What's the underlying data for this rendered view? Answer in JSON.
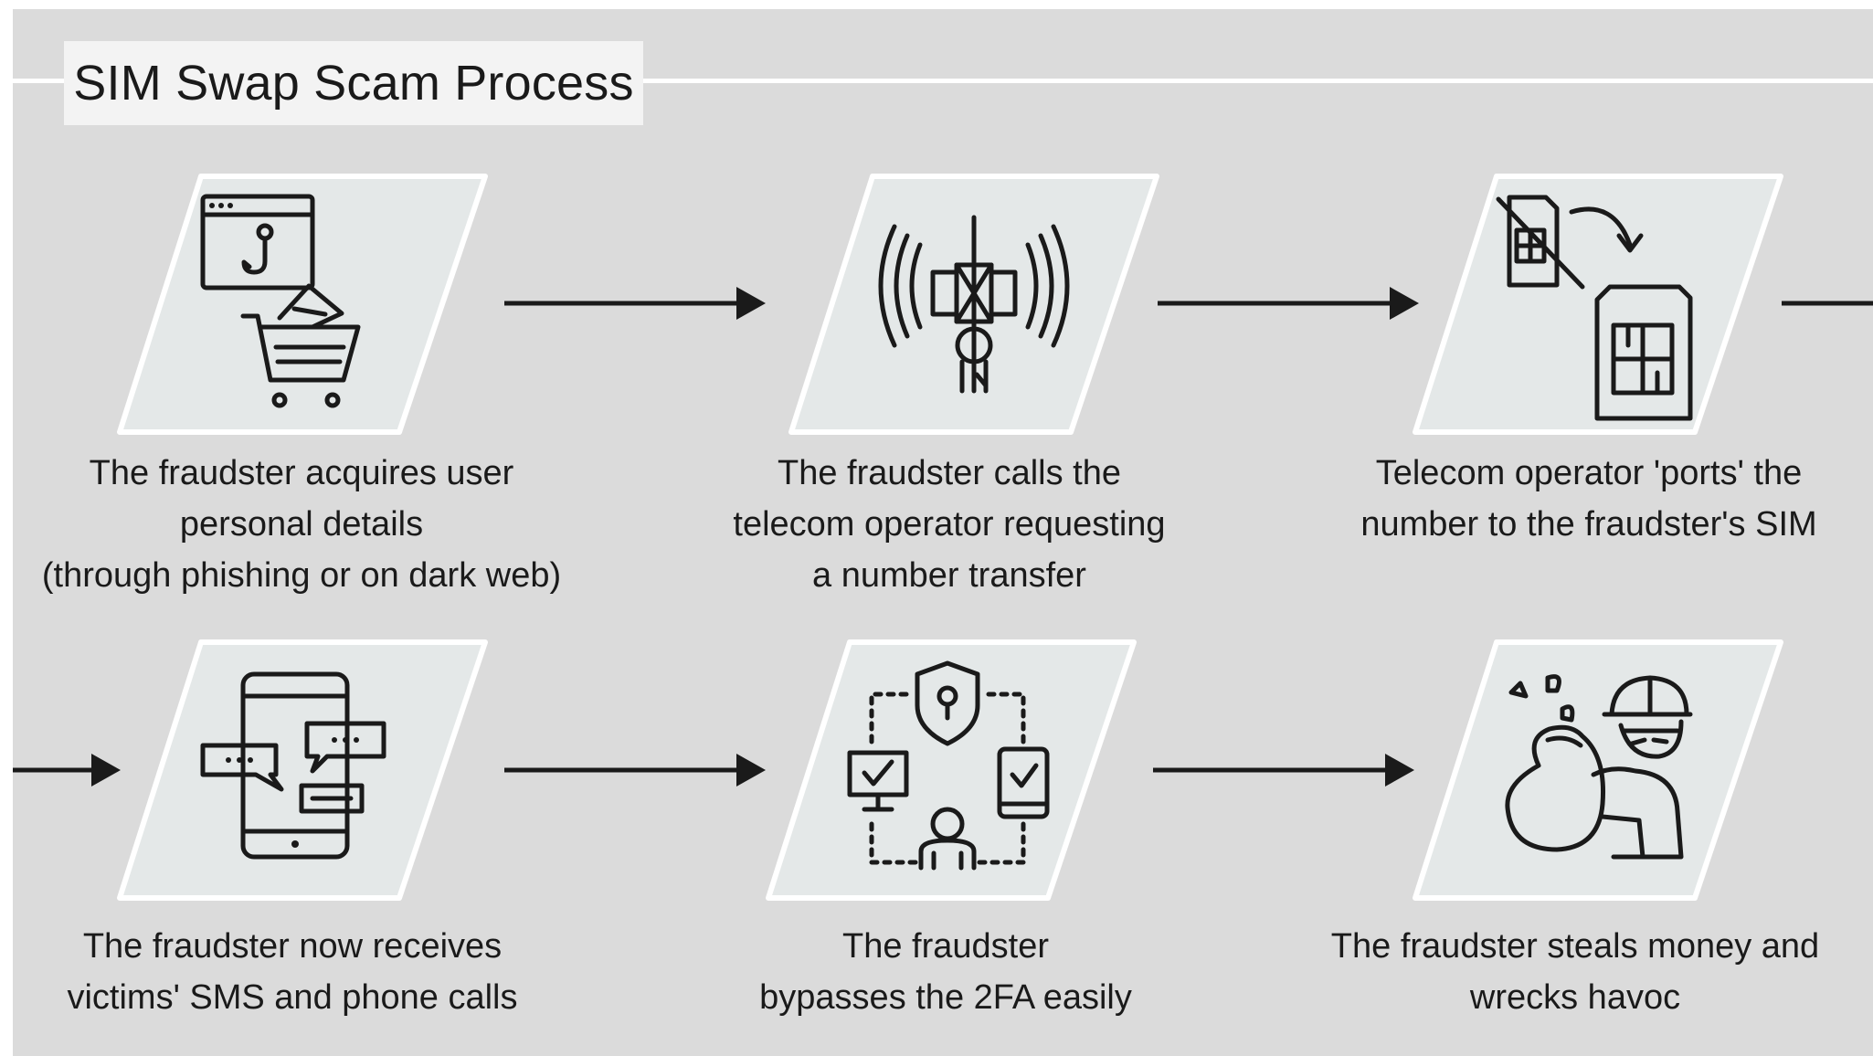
{
  "title": "SIM Swap Scam Process",
  "steps": [
    {
      "icon": "phishing-shopping-icon",
      "caption": "The fraudster acquires user\npersonal details\n(through phishing or on dark web)"
    },
    {
      "icon": "cell-tower-icon",
      "caption": "The fraudster calls the\ntelecom operator requesting\na number transfer"
    },
    {
      "icon": "sim-port-icon",
      "caption": "Telecom operator 'ports' the\nnumber to the fraudster's SIM"
    },
    {
      "icon": "phone-messages-icon",
      "caption": "The fraudster now receives\nvictims' SMS and phone calls"
    },
    {
      "icon": "two-factor-bypass-icon",
      "caption": "The fraudster\nbypasses the 2FA easily"
    },
    {
      "icon": "thief-money-bag-icon",
      "caption": "The fraudster steals money and\nwrecks havoc"
    }
  ],
  "colors": {
    "background": "#dbdbdb",
    "tile": "#e4e8e8",
    "ink": "#1a1a1a",
    "title_box": "#f3f3f3"
  }
}
